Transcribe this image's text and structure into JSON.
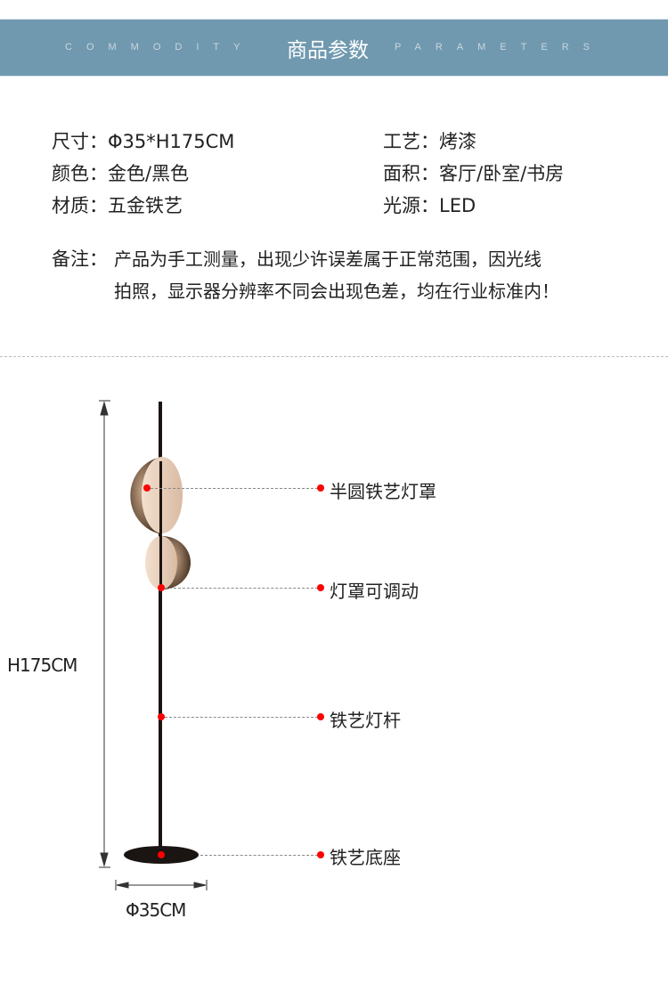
{
  "header": {
    "left_en": "COMMODITY",
    "title": "商品参数",
    "right_en": "PARAMETERS"
  },
  "specs": {
    "size": "尺寸：Φ35*H175CM",
    "craft": "工艺：烤漆",
    "color": "颜色：金色/黑色",
    "area": "面积：客厅/卧室/书房",
    "material": "材质：五金铁艺",
    "light": "光源：LED",
    "note_label": "备注：",
    "note_line1": "产品为手工测量，出现少许误差属于正常范围，因光线",
    "note_line2": "拍照，显示器分辨率不同会出现色差，均在行业标准内！"
  },
  "diagram": {
    "height": "H175CM",
    "diameter": "Φ35CM",
    "callouts": [
      "半圆铁艺灯罩",
      "灯罩可调动",
      "铁艺灯杆",
      "铁艺底座"
    ],
    "accent": "#ff0000"
  }
}
